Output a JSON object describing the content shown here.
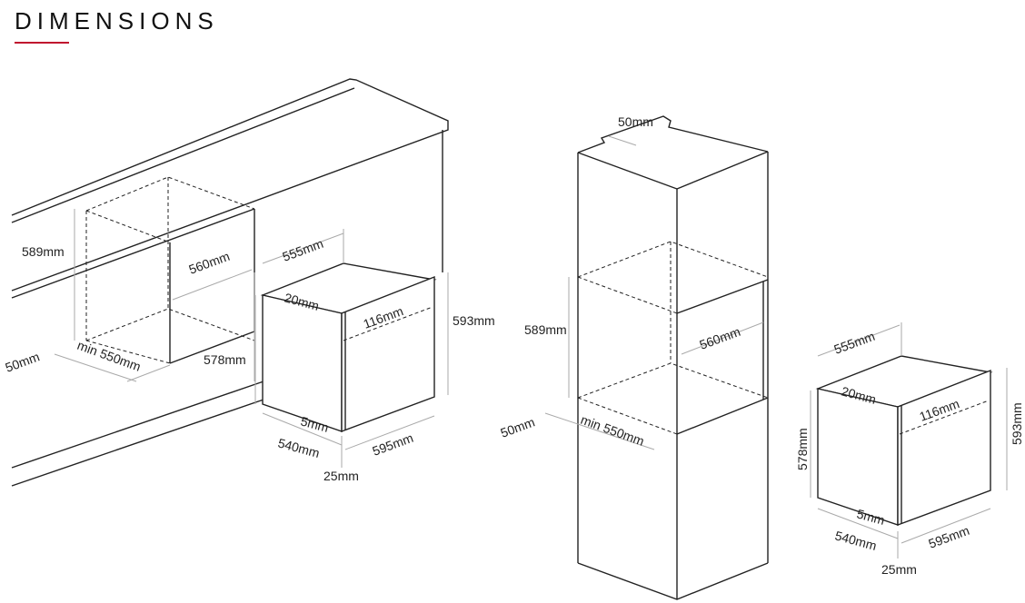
{
  "header": {
    "title": "DIMENSIONS",
    "accent_color": "#c0102e"
  },
  "under_counter": {
    "cavity_height": "589mm",
    "cavity_width": "560mm",
    "gap_rear": "50mm",
    "cavity_depth": "min 550mm"
  },
  "column": {
    "top_gap": "50mm",
    "cavity_height": "589mm",
    "cavity_width": "560mm",
    "gap_rear": "50mm",
    "cavity_depth": "min 550mm"
  },
  "oven": {
    "top_depth": "555mm",
    "door_thickness": "20mm",
    "panel_height": "116mm",
    "overall_height": "593mm",
    "body_height": "578mm",
    "bottom_gap": "5mm",
    "body_depth": "540mm",
    "overall_width": "595mm",
    "front_depth": "25mm"
  }
}
